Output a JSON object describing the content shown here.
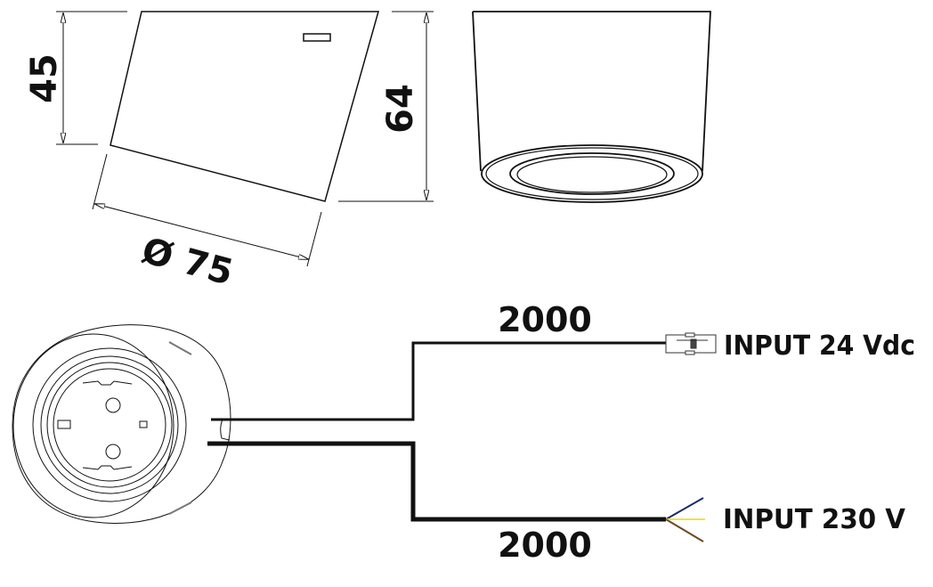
{
  "drawing": {
    "type": "technical-product-drawing",
    "background": "#ffffff",
    "line_color": "#111111",
    "views": {
      "side_view": {
        "dimensions": {
          "height_front": "45",
          "height_back": "64",
          "diameter": "Ø 75"
        }
      },
      "front_view": {
        "description": "cylindrical housing with lens rings at bottom"
      },
      "top_view": {
        "description": "socket housing with cable exits"
      }
    },
    "cables": [
      {
        "length": "2000",
        "terminal": "connector",
        "label": "INPUT 24 Vdc"
      },
      {
        "length": "2000",
        "terminal": "open-wires",
        "label": "INPUT 230 V",
        "wire_colors": {
          "blue": "#1a2a6c",
          "yellow": "#f2e04a",
          "brown": "#6b4a1e"
        }
      }
    ]
  }
}
